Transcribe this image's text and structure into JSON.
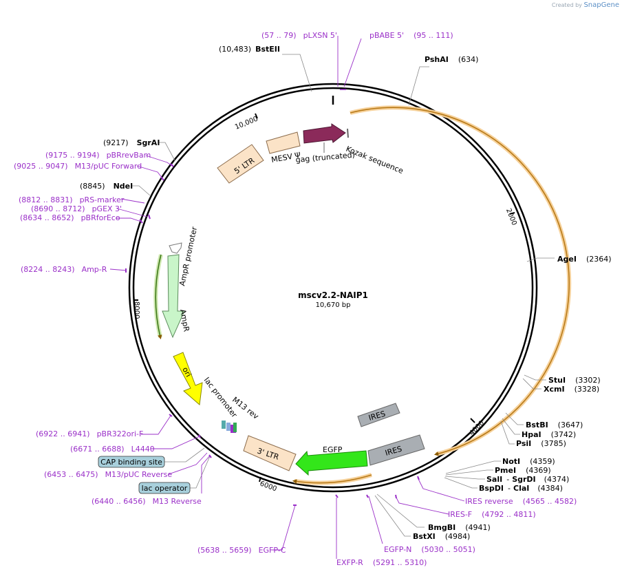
{
  "credit": {
    "prefix": "Created by",
    "brand": "SnapGene"
  },
  "plasmid": {
    "name": "mscv2.2-NAIP1",
    "length": "10,670 bp"
  },
  "ticks": [
    "2000",
    "4000",
    "6000",
    "8000",
    "10,000"
  ],
  "enzymes": {
    "bsteii": {
      "name": "BstEII",
      "pos": "(10,483)"
    },
    "pshai": {
      "name": "PshAI",
      "pos": "(634)"
    },
    "agei": {
      "name": "AgeI",
      "pos": "(2364)"
    },
    "stui": {
      "name": "StuI",
      "pos": "(3302)"
    },
    "xcmi": {
      "name": "XcmI",
      "pos": "(3328)"
    },
    "bstbi": {
      "name": "BstBI",
      "pos": "(3647)"
    },
    "hpai": {
      "name": "HpaI",
      "pos": "(3742)"
    },
    "psii": {
      "name": "PsiI",
      "pos": "(3785)"
    },
    "noti": {
      "name": "NotI",
      "pos": "(4359)"
    },
    "pmei": {
      "name": "PmeI",
      "pos": "(4369)"
    },
    "sali": {
      "name": "SalI",
      "sep": "-",
      "name2": "SgrDI",
      "pos": "(4374)"
    },
    "bspdi": {
      "name": "BspDI",
      "sep": "-",
      "name2": "ClaI",
      "pos": "(4384)"
    },
    "bmgbi": {
      "name": "BmgBI",
      "pos": "(4941)"
    },
    "bstxi": {
      "name": "BstXI",
      "pos": "(4984)"
    },
    "ndei": {
      "name": "NdeI",
      "pos": "(8845)"
    },
    "sgrai": {
      "name": "SgrAI",
      "pos": "(9217)"
    }
  },
  "primers": {
    "plxsn": {
      "range": "(57 .. 79)",
      "name": "pLXSN 5'"
    },
    "pbabe": {
      "name": "pBABE 5'",
      "range": "(95 .. 111)"
    },
    "ires_rev": {
      "name": "IRES reverse",
      "range": "(4565 .. 4582)"
    },
    "ires_f": {
      "name": "IRES-F",
      "range": "(4792 .. 4811)"
    },
    "egfp_n": {
      "name": "EGFP-N",
      "range": "(5030 .. 5051)"
    },
    "exfp_r": {
      "name": "EXFP-R",
      "range": "(5291 .. 5310)"
    },
    "egfp_c": {
      "range": "(5638 .. 5659)",
      "name": "EGFP-C"
    },
    "m13_rev": {
      "range": "(6440 .. 6456)",
      "name": "M13 Reverse"
    },
    "m13_puc_rev": {
      "range": "(6453 .. 6475)",
      "name": "M13/pUC Reverse"
    },
    "l4440": {
      "range": "(6671 .. 6688)",
      "name": "L4440"
    },
    "pbr322": {
      "range": "(6922 .. 6941)",
      "name": "pBR322ori-F"
    },
    "amp_r": {
      "range": "(8224 .. 8243)",
      "name": "Amp-R"
    },
    "pbrforeco": {
      "range": "(8634 .. 8652)",
      "name": "pBRforEco"
    },
    "pgex": {
      "range": "(8690 .. 8712)",
      "name": "pGEX 3'"
    },
    "prs": {
      "range": "(8812 .. 8831)",
      "name": "pRS-marker"
    },
    "m13_puc_fwd": {
      "range": "(9025 .. 9047)",
      "name": "M13/pUC Forward"
    },
    "pbrrevbam": {
      "range": "(9175 .. 9194)",
      "name": "pBRrevBam"
    }
  },
  "features": {
    "ltr5": "5' LTR",
    "mesv": "MESV Ψ",
    "gag": "gag (truncated)",
    "kozak": "Kozak sequence",
    "ampr_promoter": "AmpR promoter",
    "ampr": "AmpR",
    "ori": "ori",
    "lac_promoter": "lac promoter",
    "m13rev": "M13 rev",
    "ltr3": "3' LTR",
    "egfp": "EGFP",
    "ires1": "IRES",
    "ires2": "IRES",
    "cap_site": "CAP binding site",
    "lac_operator": "lac operator"
  },
  "colors": {
    "ltr": "#fbe3c7",
    "gag": "#8b2a5a",
    "ampr": "#c9f5c9",
    "ori": "#ffff00",
    "egfp": "#33e61a",
    "ires": "#a9aeb3",
    "orf": "#e8a23a",
    "primer": "#9a2fc8",
    "label_box": "#a8d0dc"
  }
}
